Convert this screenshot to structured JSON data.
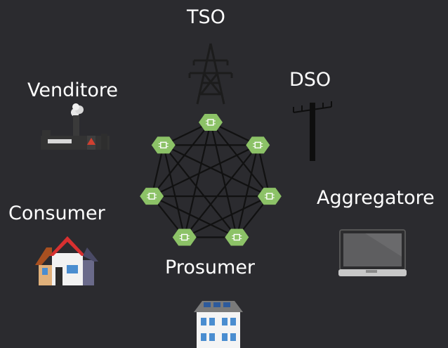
{
  "labels": {
    "tso": "TSO",
    "dso": "DSO",
    "venditore": "Venditore",
    "aggregatore": "Aggregatore",
    "consumer": "Consumer",
    "prosumer": "Prosumer"
  },
  "network": {
    "node_count": 7,
    "node_color": "#8cc267",
    "edge_color": "#111111"
  },
  "icons": [
    "power-pylon-icon",
    "utility-pole-icon",
    "factory-icon",
    "laptop-icon",
    "house-icon",
    "solar-building-icon"
  ]
}
